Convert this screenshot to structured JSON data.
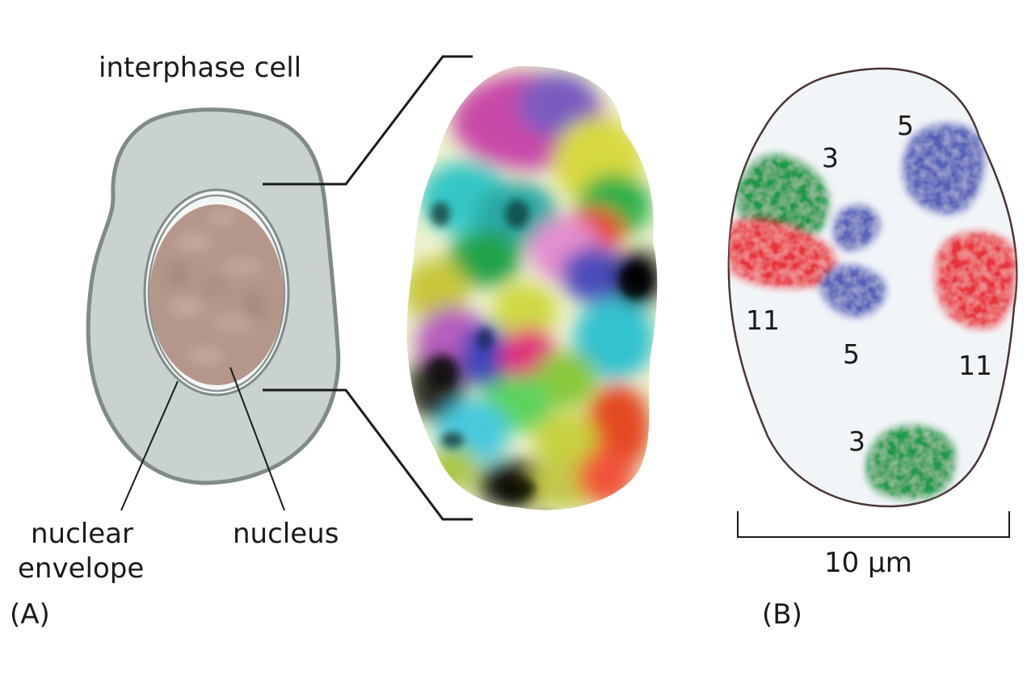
{
  "panel_a": {
    "title": "interphase cell",
    "nucleus_label": "nucleus",
    "envelope_label_line1": "nuclear",
    "envelope_label_line2": "envelope",
    "panel_label": "(A)"
  },
  "panel_b": {
    "chromosome_labels": {
      "chr3_top": "3",
      "chr5_top": "5",
      "chr11_left": "11",
      "chr5_mid": "5",
      "chr11_right": "11",
      "chr3_bottom": "3"
    },
    "scale_bar_label": "10 μm",
    "panel_label": "(B)"
  },
  "colors": {
    "cytoplasm": "#c9d2cf",
    "cell_outline": "#7f8b88",
    "nucleus": "#b4978a",
    "chr3": "#1f9a4a",
    "chr5": "#5560b8",
    "chr11": "#e8343e"
  }
}
